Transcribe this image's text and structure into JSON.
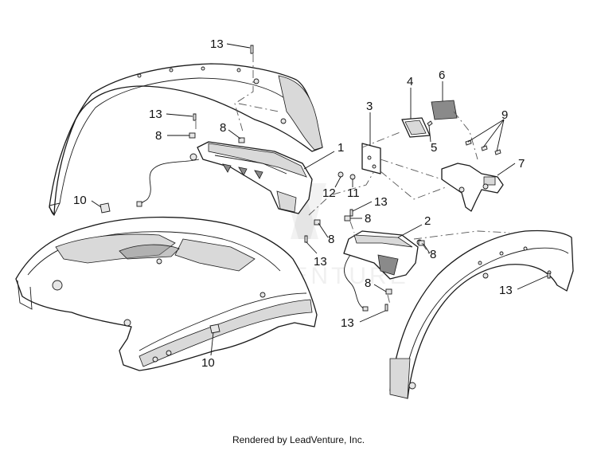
{
  "callouts": {
    "c1": "1",
    "c2": "2",
    "c3": "3",
    "c4": "4",
    "c5": "5",
    "c6": "6",
    "c7": "7",
    "c8a": "8",
    "c8b": "8",
    "c8c": "8",
    "c8d": "8",
    "c8e": "8",
    "c8f": "8",
    "c9": "9",
    "c10a": "10",
    "c10b": "10",
    "c11": "11",
    "c12": "12",
    "c13a": "13",
    "c13b": "13",
    "c13c": "13",
    "c13d": "13",
    "c13e": "13",
    "c13f": "13"
  },
  "watermark": "LEADVENTURE",
  "footer": {
    "credit": "Rendered by LeadVenture, Inc."
  }
}
